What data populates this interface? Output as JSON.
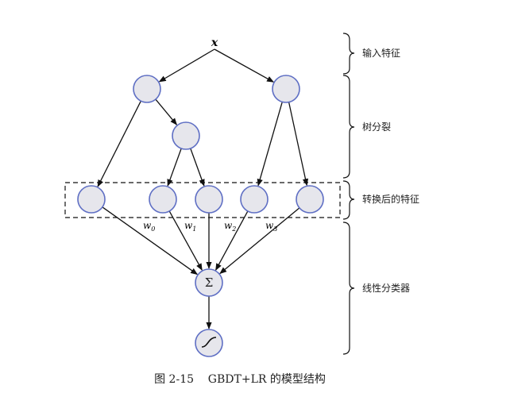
{
  "diagram": {
    "input_label": "x",
    "weights": [
      {
        "base": "w",
        "sub": "0"
      },
      {
        "base": "w",
        "sub": "1"
      },
      {
        "base": "w",
        "sub": "2"
      },
      {
        "base": "w",
        "sub": "3"
      }
    ],
    "sum_symbol": "Σ",
    "colors": {
      "node_fill": "#e6e6ec",
      "node_stroke": "#5f6fc4",
      "line": "#111111"
    }
  },
  "sections": [
    {
      "label": "输入特征"
    },
    {
      "label": "树分裂"
    },
    {
      "label": "转换后的特征"
    },
    {
      "label": "线性分类器"
    }
  ],
  "caption": "图 2-15    GBDT+LR 的模型结构"
}
